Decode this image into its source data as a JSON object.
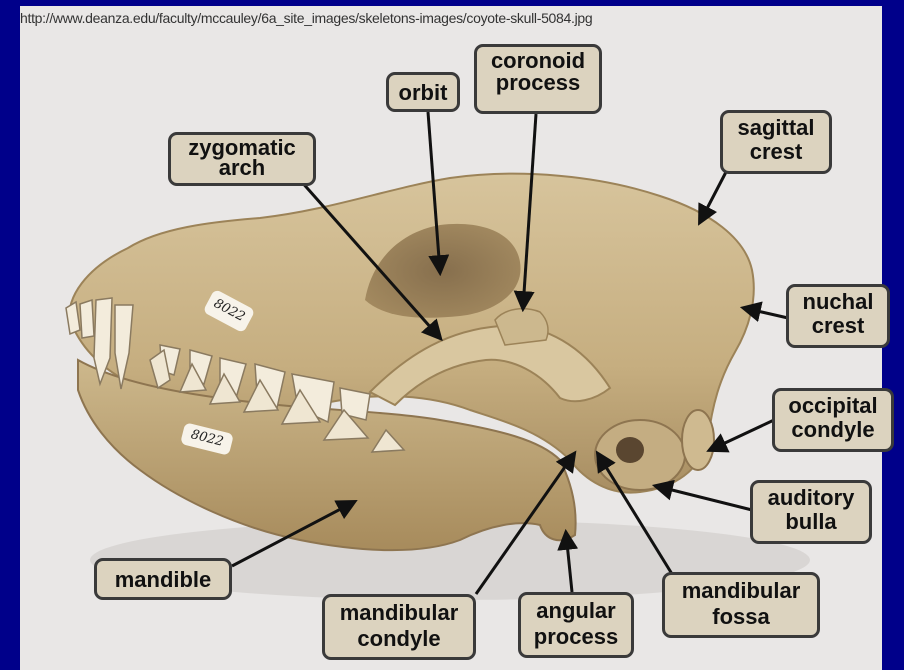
{
  "source_url": "http://www.deanza.edu/faculty/mccauley/6a_site_images/skeletons-images/coyote-skull-5084.jpg",
  "specimen_tags": [
    "8022",
    "8022"
  ],
  "labels": {
    "orbit": "orbit",
    "coronoid_process": [
      "coronoid",
      "process"
    ],
    "zygomatic_arch": [
      "zygomatic",
      "arch"
    ],
    "sagittal_crest": [
      "sagittal",
      "crest"
    ],
    "nuchal_crest": [
      "nuchal",
      "crest"
    ],
    "occipital_condyle": [
      "occipital",
      "condyle"
    ],
    "auditory_bulla": [
      "auditory",
      "bulla"
    ],
    "mandible": "mandible",
    "mandibular_condyle": [
      "mandibular",
      "condyle"
    ],
    "angular_process": [
      "angular",
      "process"
    ],
    "mandibular_fossa": [
      "mandibular",
      "fossa"
    ]
  },
  "colors": {
    "background": "#00008a",
    "photo_bg": "#e8e6e5",
    "label_fill": "#dcd3bf",
    "label_border": "#3a3a3a",
    "bone": "#c9b48a"
  }
}
